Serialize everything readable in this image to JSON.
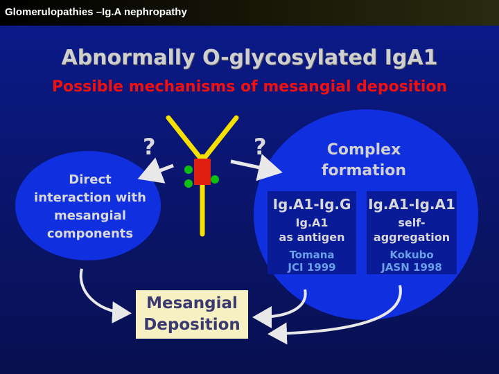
{
  "header": {
    "title": "Glomerulopathies –Ig.A nephropathy"
  },
  "slide": {
    "title": "Abnormally O-glycosylated IgA1",
    "subtitle": "Possible mechanisms of mesangial deposition",
    "question_left": "?",
    "question_right": "?",
    "left_bubble": {
      "lines": [
        "Direct",
        "interaction with",
        "mesangial",
        "components"
      ]
    },
    "right_bubble": {
      "lines": [
        "Complex",
        "formation"
      ]
    },
    "panels": [
      {
        "heading": "Ig.A1-Ig.G",
        "desc": [
          "Ig.A1",
          "as antigen"
        ],
        "ref": [
          "Tomana",
          "JCI 1999"
        ]
      },
      {
        "heading": "Ig.A1-Ig.A1",
        "desc": [
          "self-",
          "aggregation"
        ],
        "ref": [
          "Kokubo",
          "JASN 1998"
        ]
      }
    ],
    "result": {
      "lines": [
        "Mesangial",
        "Deposition"
      ]
    }
  },
  "colors": {
    "background": "#0a1670",
    "title": "#cfcfcf",
    "subtitle": "#f01010",
    "bubble": "#1030e0",
    "antibody": "#f5e000",
    "glycan_dot": "#10c010",
    "hinge": "#e02010",
    "result_box": "#f6f0c2",
    "reference": "#6aa0e8"
  }
}
